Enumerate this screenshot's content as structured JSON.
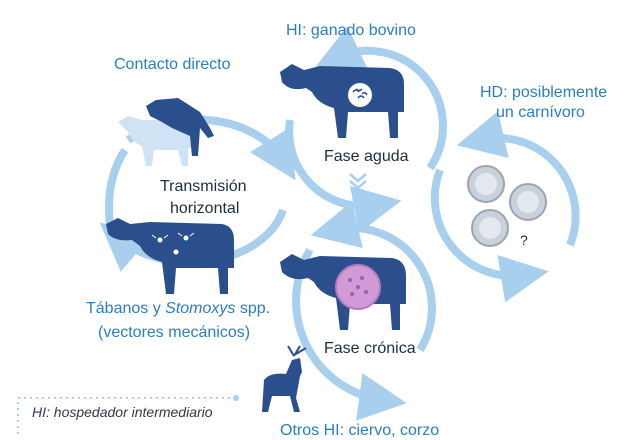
{
  "labels": {
    "hi_cattle": "HI: ganado bovino",
    "hd_line1": "HD: posiblemente",
    "hd_line2": "un carnívoro",
    "direct_contact": "Contacto directo",
    "horizontal_line1": "Transmisión",
    "horizontal_line2": "horizontal",
    "vectors_prefix": "Tábanos y ",
    "vectors_genus": "Stomoxys",
    "vectors_suffix": " spp.",
    "vectors_line2": "(vectores mecánicos)",
    "acute_phase": "Fase aguda",
    "chronic_phase": "Fase crónica",
    "unknown_mark": "?",
    "other_hosts": "Otros HI: ciervo, corzo",
    "legend": "HI: hospedador intermediario"
  },
  "colors": {
    "arrow": "#a8d0ee",
    "cow": "#2b4f8c",
    "light_cow": "#cfe3f5",
    "label_blue": "#2a7fc0",
    "parasite_cyst": "#cf9ad6",
    "egg": "#c9d2da"
  },
  "icons": [
    "cow-silhouette",
    "mating-cows",
    "infested-cow",
    "deer-silhouette",
    "bradyzoite-cyst",
    "tachyzoite-cluster",
    "oocyst",
    "chevron-down-icon"
  ]
}
